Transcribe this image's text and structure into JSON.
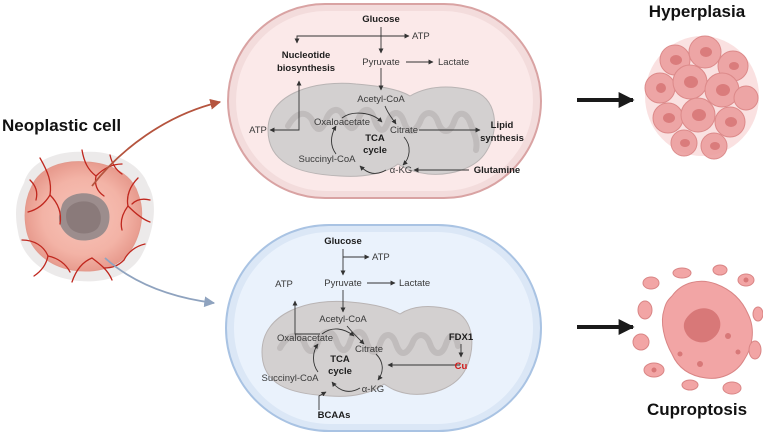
{
  "headings": {
    "source": "Neoplastic cell",
    "outcome_top": "Hyperplasia",
    "outcome_bottom": "Cuproptosis"
  },
  "top_cell": {
    "glucose": "Glucose",
    "atp_top": "ATP",
    "nucleotide_line1": "Nucleotide",
    "nucleotide_line2": "biosynthesis",
    "pyruvate": "Pyruvate",
    "lactate": "Lactate",
    "acetyl_coa": "Acetyl-CoA",
    "oxaloacetate": "Oxaloacetate",
    "citrate": "Citrate",
    "atp_left": "ATP",
    "tca_line1": "TCA",
    "tca_line2": "cycle",
    "lipid_line1": "Lipid",
    "lipid_line2": "synthesis",
    "succinyl_coa": "Succinyl-CoA",
    "akg": "α-KG",
    "glutamine": "Glutamine"
  },
  "bottom_cell": {
    "glucose": "Glucose",
    "atp_top": "ATP",
    "atp_left": "ATP",
    "pyruvate": "Pyruvate",
    "lactate": "Lactate",
    "acetyl_coa": "Acetyl-CoA",
    "oxaloacetate": "Oxaloacetate",
    "citrate": "Citrate",
    "tca_line1": "TCA",
    "tca_line2": "cycle",
    "fdx1": "FDX1",
    "cu": "Cu",
    "succinyl_coa": "Succinyl-CoA",
    "akg": "α-KG",
    "bcaas": "BCAAs"
  },
  "colors": {
    "top_cell_fill": "#fbe9e9",
    "top_cell_border": "#d9a3a3",
    "bottom_cell_fill": "#eaf2fc",
    "bottom_cell_border": "#a9c3e3",
    "mito_fill": "#d3d0d0",
    "top_curve_arrow": "#b5543e",
    "bottom_curve_arrow": "#8fa3bf",
    "copper_red": "#d11a1a"
  }
}
